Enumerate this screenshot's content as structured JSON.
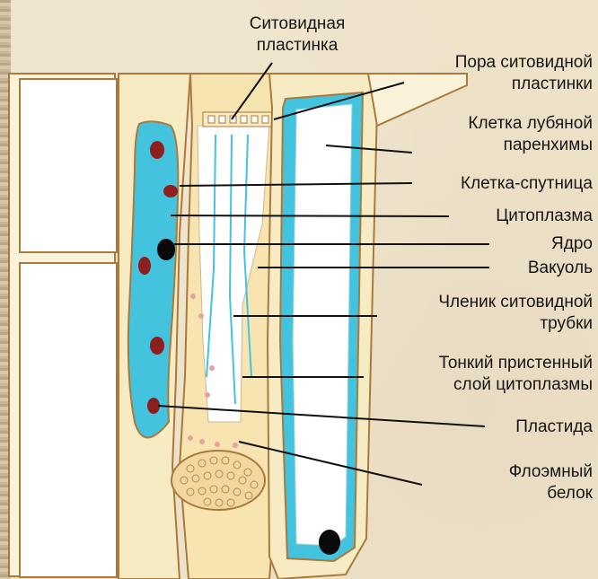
{
  "labels": {
    "sieve_plate": "Ситовидная\nпластинка",
    "sieve_plate_pore": "Пора ситовидной\nпластинки",
    "phloem_parenchyma_cell": "Клетка лубяной\nпаренхимы",
    "companion_cell": "Клетка-спутница",
    "cytoplasm": "Цитоплазма",
    "nucleus": "Ядро",
    "vacuole": "Вакуоль",
    "sieve_tube_member": "Членик ситовидной\nтрубки",
    "thin_parietal_cytoplasm": "Тонкий пристенный\nслой цитоплазмы",
    "plastid": "Пластида",
    "phloem_protein": "Флоэмный\nбелок"
  },
  "colors": {
    "background": "#eee2c9",
    "cell_wall": "#f7ebc4",
    "cell_wall_outline": "#a97a3c",
    "cytoplasm_blue": "#44c3df",
    "nucleus_red": "#8e1f1f",
    "nucleus_black": "#0a0a0a",
    "leader_line": "#111111"
  }
}
